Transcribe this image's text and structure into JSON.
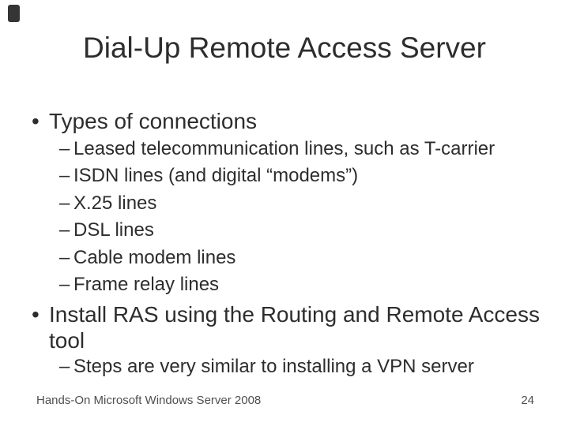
{
  "slide": {
    "title": "Dial-Up Remote Access Server",
    "bullet_glyph": "•",
    "sub_bullet_glyph": "–",
    "bullets": [
      {
        "label": "Types of connections",
        "sub": [
          "Leased telecommunication lines, such as T-carrier",
          "ISDN lines (and digital “modems”)",
          "X.25 lines",
          "DSL lines",
          "Cable modem lines",
          "Frame relay lines"
        ]
      },
      {
        "label": "Install RAS using the Routing and Remote Access tool",
        "sub": [
          "Steps are very similar to installing a VPN server"
        ]
      }
    ],
    "footer": {
      "left": "Hands-On Microsoft Windows Server 2008",
      "page_number": "24"
    },
    "colors": {
      "background": "#ffffff",
      "body_text": "#2d2d2d",
      "footer_text": "#4f4f4f",
      "corner_marker": "#353535"
    }
  }
}
